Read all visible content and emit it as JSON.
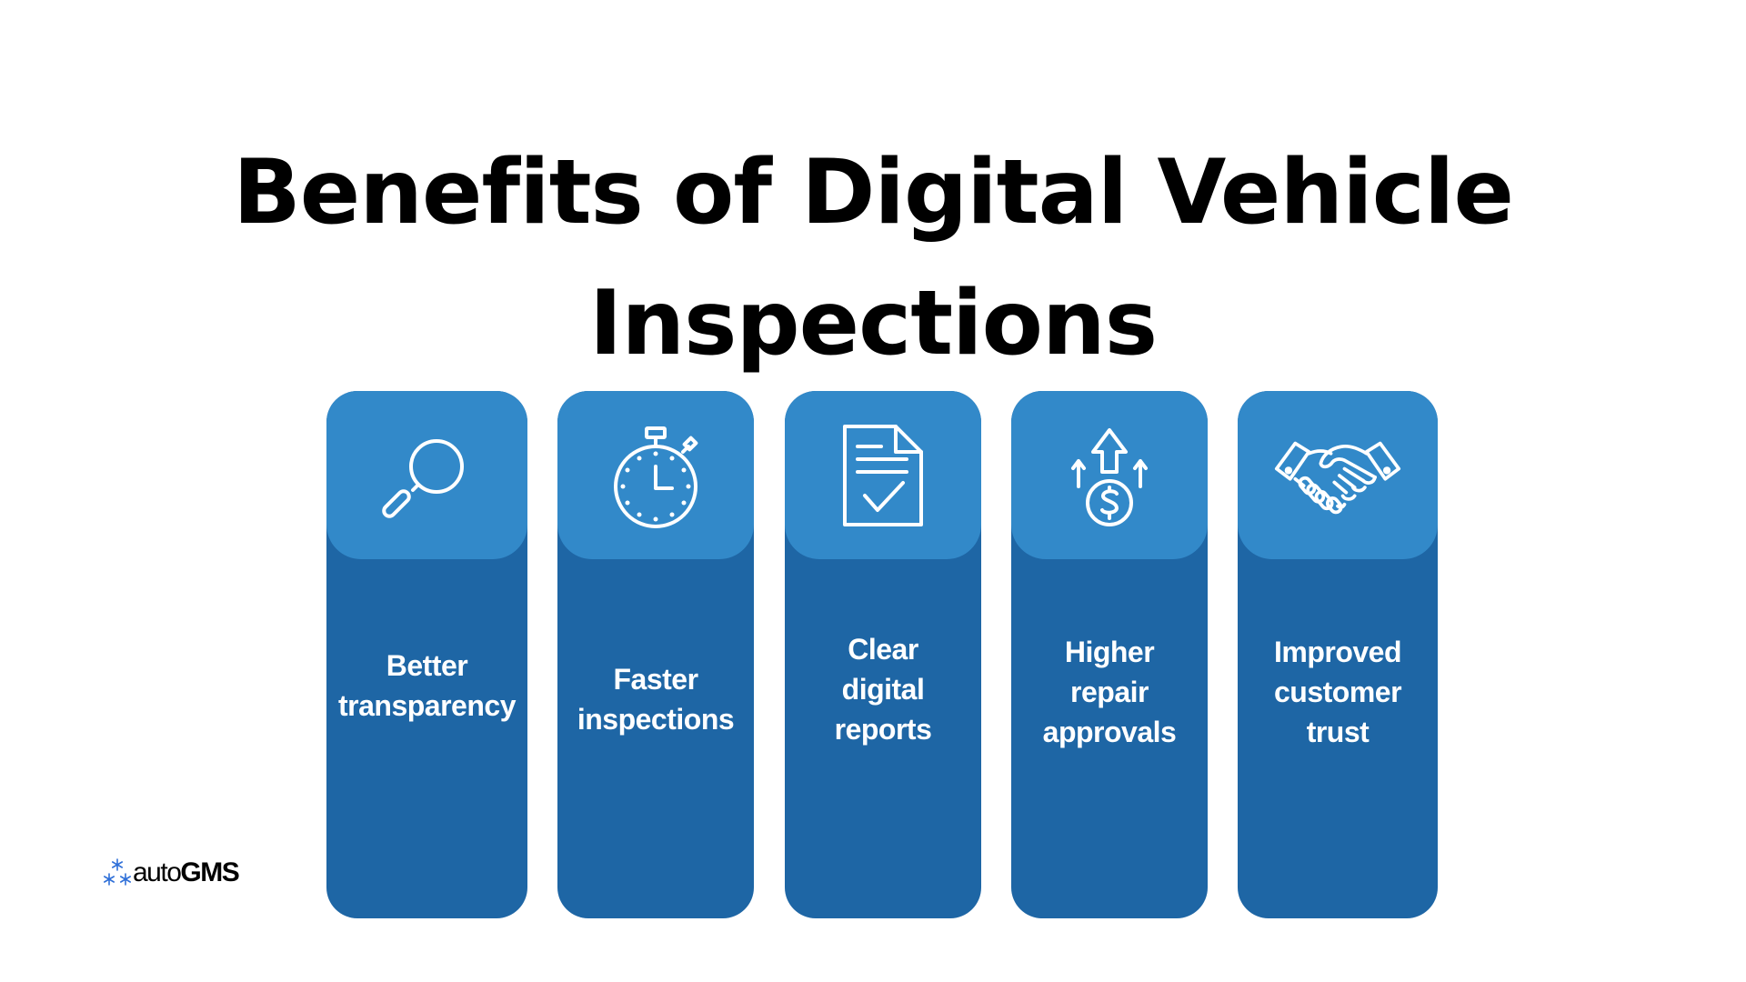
{
  "title": {
    "line1": "Benefits of Digital Vehicle",
    "line2": "Inspections"
  },
  "colors": {
    "card_header": "#3289c9",
    "card_body": "#1e66a5",
    "logo_accent": "#2e6fd8"
  },
  "cards": [
    {
      "icon": "magnifying-glass-icon",
      "label": "Better\ntransparency"
    },
    {
      "icon": "stopwatch-icon",
      "label": "Faster\ninspections"
    },
    {
      "icon": "document-check-icon",
      "label": "Clear\ndigital\nreports"
    },
    {
      "icon": "money-growth-icon",
      "label": "Higher\nrepair\napprovals"
    },
    {
      "icon": "handshake-icon",
      "label": "Improved\ncustomer\ntrust"
    }
  ],
  "logo": {
    "prefix": "auto",
    "brand": "GMS"
  }
}
